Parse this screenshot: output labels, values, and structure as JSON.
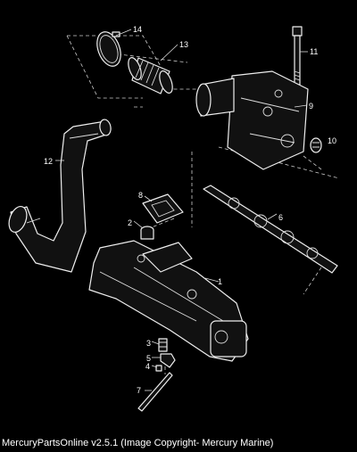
{
  "diagram": {
    "callouts": [
      "1",
      "2",
      "3",
      "4",
      "5",
      "6",
      "7",
      "8",
      "9",
      "10",
      "11",
      "12",
      "13",
      "14"
    ]
  },
  "footer": {
    "caption": "MercuryPartsOnline v2.5.1 (Image Copyright- Mercury Marine)"
  }
}
